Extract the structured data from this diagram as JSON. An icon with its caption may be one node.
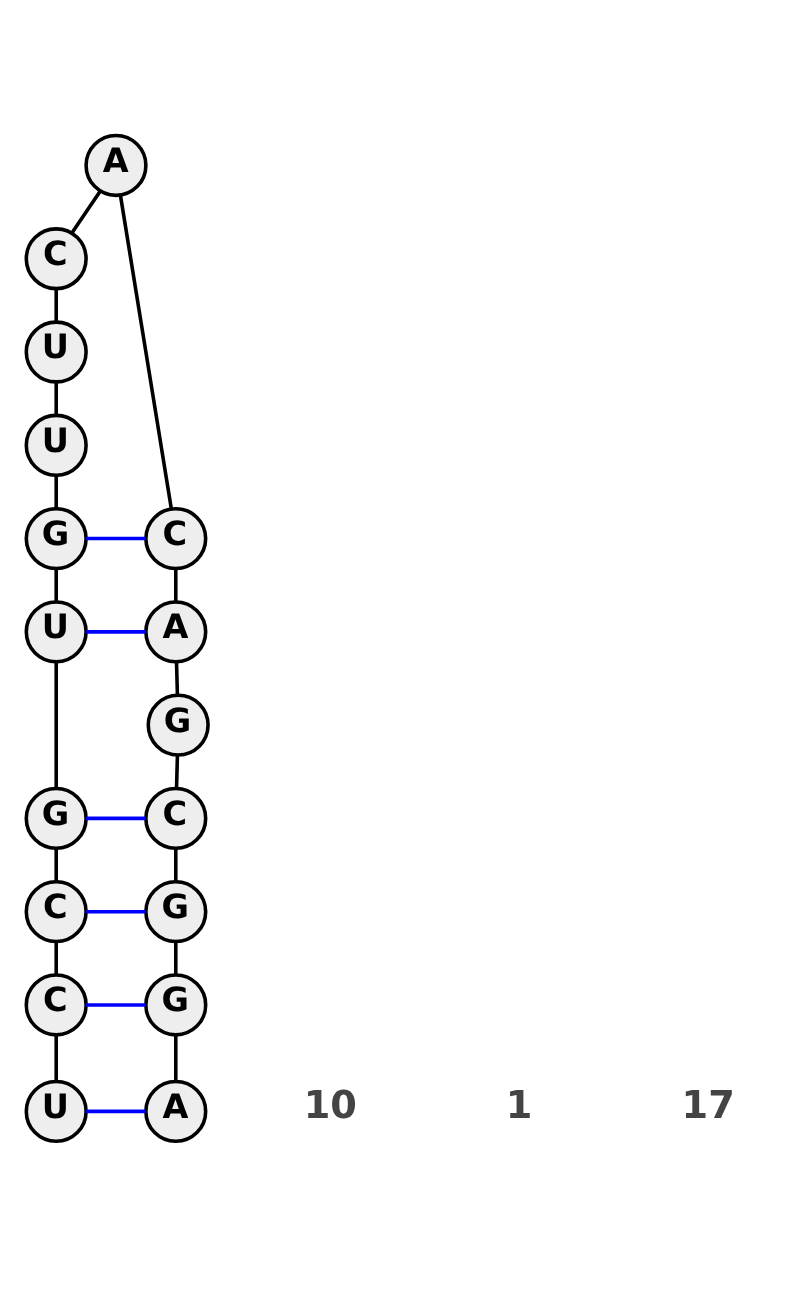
{
  "diagram": {
    "nodes": [
      {
        "text": [
          "U"
        ]
      },
      {
        "text": [
          "C"
        ]
      },
      {
        "text": [
          "C"
        ]
      },
      {
        "text": [
          "G"
        ]
      },
      {
        "text": [
          "U"
        ]
      },
      {
        "text": [
          "G"
        ]
      },
      {
        "text": [
          "U"
        ]
      },
      {
        "text": [
          "U"
        ]
      },
      {
        "text": [
          "C"
        ]
      },
      {
        "text": [
          "A"
        ]
      },
      {
        "text": [
          "C"
        ]
      },
      {
        "text": [
          "A"
        ]
      },
      {
        "text": [
          "G"
        ]
      },
      {
        "text": [
          "C"
        ]
      },
      {
        "text": [
          "G"
        ]
      },
      {
        "text": [
          "G"
        ]
      },
      {
        "text": [
          "A"
        ]
      }
    ],
    "edges": [
      {
        "from": 0,
        "to": 1,
        "arrow": "none"
      },
      {
        "from": 1,
        "to": 2,
        "arrow": "none"
      },
      {
        "from": 2,
        "to": 3,
        "arrow": "none"
      },
      {
        "from": 3,
        "to": 4,
        "arrow": "none"
      },
      {
        "from": 4,
        "to": 5,
        "arrow": "none"
      },
      {
        "from": 5,
        "to": 6,
        "arrow": "none"
      },
      {
        "from": 6,
        "to": 7,
        "arrow": "none"
      },
      {
        "from": 7,
        "to": 8,
        "arrow": "none"
      },
      {
        "from": 8,
        "to": 9,
        "arrow": "none"
      },
      {
        "from": 9,
        "to": 10,
        "arrow": "none"
      },
      {
        "from": 10,
        "to": 11,
        "arrow": "none"
      },
      {
        "from": 11,
        "to": 12,
        "arrow": "none"
      },
      {
        "from": 12,
        "to": 13,
        "arrow": "none"
      },
      {
        "from": 13,
        "to": 14,
        "arrow": "none"
      },
      {
        "from": 14,
        "to": 15,
        "arrow": "none"
      },
      {
        "from": 15,
        "to": 16,
        "arrow": "none"
      },
      {
        "from": 0,
        "to": 16,
        "arrow": "none",
        "color": "#0000ff"
      },
      {
        "from": 1,
        "to": 15,
        "arrow": "none",
        "color": "#0000ff"
      },
      {
        "from": 2,
        "to": 14,
        "arrow": "none",
        "color": "#0000ff"
      },
      {
        "from": 3,
        "to": 13,
        "arrow": "none",
        "color": "#0000ff"
      },
      {
        "from": 4,
        "to": 11,
        "arrow": "none",
        "color": "#0000ff"
      },
      {
        "from": 5,
        "to": 10,
        "arrow": "none",
        "color": "#0000ff"
      }
    ],
    "labels": [
      "10",
      "1",
      "17"
    ]
  }
}
